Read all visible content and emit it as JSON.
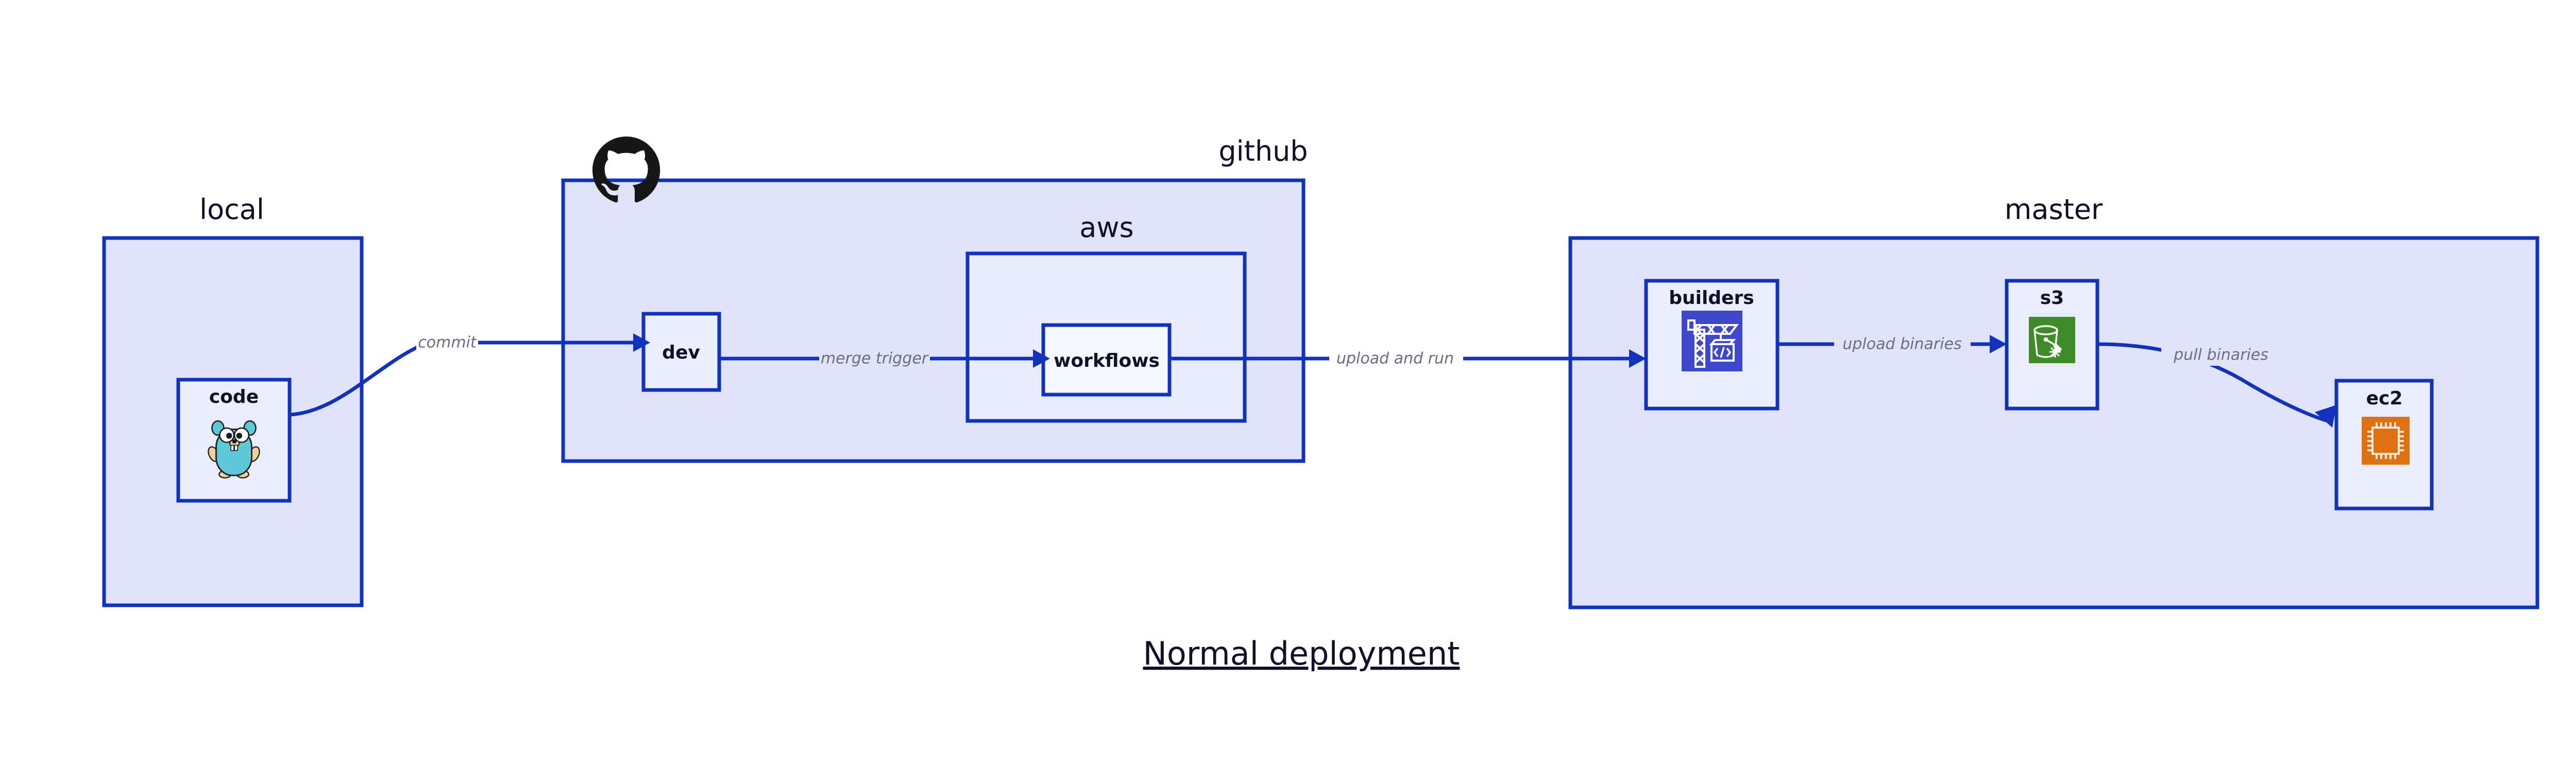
{
  "diagram": {
    "title": "Normal deployment",
    "colors": {
      "group_fill": "#dfe4fa",
      "subgroup_fill": "#e9edfb",
      "node_fill": "#eaeefc",
      "border": "#1232bb",
      "text": "#101129",
      "edge_label": "#6a6e7d",
      "codebuild_icon_bg": "#3f48cc",
      "s3_icon_bg": "#3f8b29",
      "ec2_icon_bg": "#e07112",
      "gopher_body": "#5dc9d8",
      "github_logo": "#181717"
    },
    "groups": [
      {
        "id": "local",
        "label": "local"
      },
      {
        "id": "github",
        "label": "github",
        "icon": "github-octocat-icon"
      },
      {
        "id": "master",
        "label": "master"
      },
      {
        "id": "aws",
        "label": "aws"
      }
    ],
    "nodes": [
      {
        "id": "code",
        "label": "code",
        "icon": "go-gopher-icon",
        "group": "local"
      },
      {
        "id": "dev",
        "label": "dev",
        "icon": null,
        "group": "github"
      },
      {
        "id": "workflows",
        "label": "workflows",
        "icon": null,
        "group": "master"
      },
      {
        "id": "builders",
        "label": "builders",
        "icon": "aws-codebuild-icon",
        "group": "aws"
      },
      {
        "id": "s3",
        "label": "s3",
        "icon": "aws-s3-bucket-icon",
        "group": "aws"
      },
      {
        "id": "ec2",
        "label": "ec2",
        "icon": "aws-ec2-chip-icon",
        "group": "aws"
      }
    ],
    "edges": [
      {
        "id": "commit",
        "from": "code",
        "to": "dev",
        "label": "commit"
      },
      {
        "id": "merge-trigger",
        "from": "dev",
        "to": "workflows",
        "label": "merge trigger"
      },
      {
        "id": "upload-and-run",
        "from": "workflows",
        "to": "builders",
        "label": "upload and run"
      },
      {
        "id": "upload-binaries",
        "from": "builders",
        "to": "s3",
        "label": "upload binaries"
      },
      {
        "id": "pull-binaries",
        "from": "s3",
        "to": "ec2",
        "label": "pull binaries"
      }
    ]
  }
}
